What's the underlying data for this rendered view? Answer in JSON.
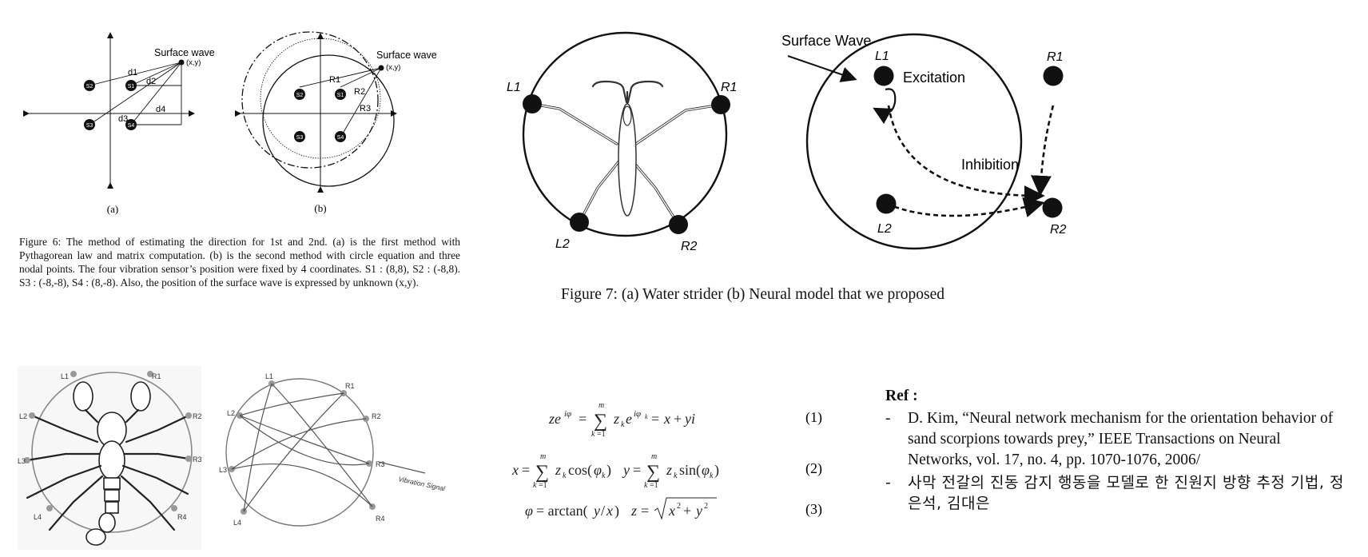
{
  "fig6": {
    "panel_a": {
      "title": "Surface wave",
      "point": "(x,y)",
      "sensors": [
        "S2",
        "S1",
        "S3",
        "S4"
      ],
      "distances": [
        "d1",
        "d2",
        "d3",
        "d4"
      ],
      "label": "(a)"
    },
    "panel_b": {
      "title": "Surface wave",
      "point": "(x,y)",
      "sensors": [
        "S2",
        "S1",
        "S3",
        "S4"
      ],
      "radii": [
        "R1",
        "R2",
        "R3"
      ],
      "label": "(b)"
    },
    "caption": "Figure 6: The method of estimating the direction for 1st and 2nd. (a) is the first method with Pythagorean law and matrix computation. (b) is the second method with circle equation and three nodal points. The four vibration sensor’s position were fixed by 4 coordinates. S1 : (8,8), S2 : (-8,8). S3 : (-8,-8), S4 : (8,-8). Also, the position of the surface wave is expressed by unknown (x,y)."
  },
  "fig7": {
    "panel_a": {
      "legs": [
        "L1",
        "R1",
        "L2",
        "R2"
      ]
    },
    "panel_b": {
      "surface_wave": "Surface Wave",
      "excitation": "Excitation",
      "inhibition": "Inhibition",
      "nodes": [
        "L1",
        "R1",
        "L2",
        "R2"
      ]
    },
    "caption": "Figure 7: (a) Water strider (b) Neural model that we proposed"
  },
  "scorpion": {
    "left_labels": [
      "L1",
      "R1",
      "L2",
      "R2",
      "L3",
      "R3",
      "L4",
      "R4"
    ],
    "right_labels": [
      "L1",
      "R1",
      "L2",
      "R2",
      "L3",
      "R3",
      "L4",
      "R4"
    ],
    "signal": "Vibration Signal"
  },
  "equations": {
    "numbers": [
      "(1)",
      "(2)",
      "(3)"
    ]
  },
  "refs": {
    "title": "Ref :",
    "dash": "-",
    "items": [
      "D. Kim, “Neural network mechanism for the orientation behavior of sand scorpions towards prey,” IEEE Transactions on Neural Networks, vol. 17, no. 4, pp. 1070-1076, 2006/",
      "사막 전갈의 진동 감지 행동을 모델로 한 진원지 방향 추정 기법, 정은석, 김대은"
    ]
  }
}
